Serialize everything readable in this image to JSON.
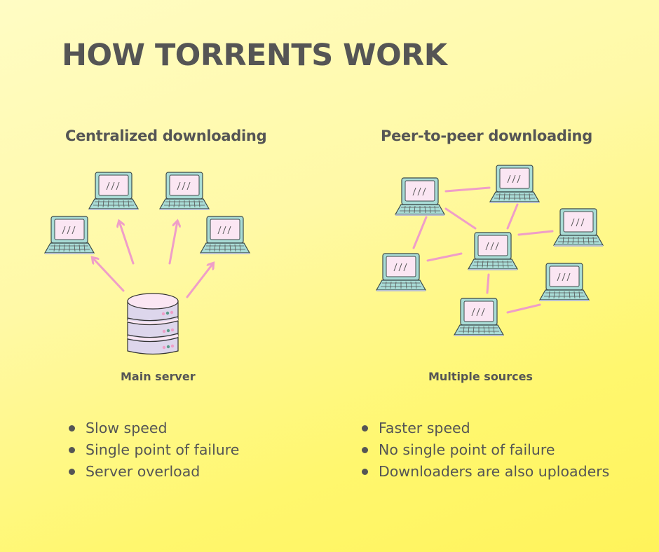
{
  "title": "HOW TORRENTS WORK",
  "colors": {
    "text": "#555555",
    "arrow": "#ef9ec8",
    "link": "#ef9ec8",
    "laptop_body": "#a9dcd6",
    "laptop_screen": "#fbe6f3",
    "server_body": "#ddd6ec",
    "server_top": "#fbe6f3",
    "background_start": "#fffcc4",
    "background_end": "#fff35a"
  },
  "left": {
    "heading": "Centralized downloading",
    "caption": "Main server",
    "nodes": [
      {
        "id": "client-1",
        "type": "laptop"
      },
      {
        "id": "client-2",
        "type": "laptop"
      },
      {
        "id": "client-3",
        "type": "laptop"
      },
      {
        "id": "client-4",
        "type": "laptop"
      },
      {
        "id": "server",
        "type": "server"
      }
    ],
    "edges": [
      {
        "from": "server",
        "to": "client-1",
        "kind": "arrow"
      },
      {
        "from": "server",
        "to": "client-2",
        "kind": "arrow"
      },
      {
        "from": "server",
        "to": "client-3",
        "kind": "arrow"
      },
      {
        "from": "server",
        "to": "client-4",
        "kind": "arrow"
      }
    ],
    "bullets": [
      "Slow speed",
      "Single point of failure",
      "Server overload"
    ]
  },
  "right": {
    "heading": "Peer-to-peer downloading",
    "caption": "Multiple sources",
    "nodes": [
      {
        "id": "peer-1",
        "type": "laptop"
      },
      {
        "id": "peer-2",
        "type": "laptop"
      },
      {
        "id": "peer-3",
        "type": "laptop"
      },
      {
        "id": "peer-4",
        "type": "laptop"
      },
      {
        "id": "peer-center",
        "type": "laptop"
      },
      {
        "id": "peer-5",
        "type": "laptop"
      },
      {
        "id": "peer-6",
        "type": "laptop"
      }
    ],
    "edges": [
      {
        "from": "peer-1",
        "to": "peer-2",
        "kind": "line"
      },
      {
        "from": "peer-1",
        "to": "peer-center",
        "kind": "line"
      },
      {
        "from": "peer-1",
        "to": "peer-4",
        "kind": "line"
      },
      {
        "from": "peer-2",
        "to": "peer-center",
        "kind": "line"
      },
      {
        "from": "peer-center",
        "to": "peer-3",
        "kind": "line"
      },
      {
        "from": "peer-center",
        "to": "peer-4",
        "kind": "line"
      },
      {
        "from": "peer-center",
        "to": "peer-6",
        "kind": "line"
      },
      {
        "from": "peer-6",
        "to": "peer-5",
        "kind": "line"
      }
    ],
    "bullets": [
      "Faster speed",
      "No single point of failure",
      "Downloaders are also uploaders"
    ]
  }
}
